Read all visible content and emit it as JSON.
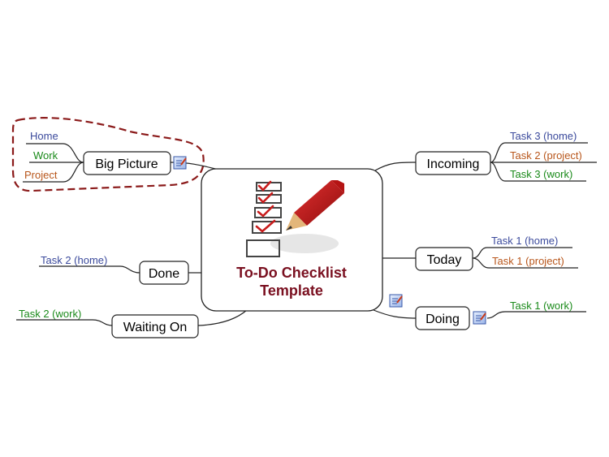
{
  "colors": {
    "home": "#3b4a9c",
    "work": "#1a8a1a",
    "project": "#b8561b",
    "title": "#7a1020",
    "callout": "#8b1a1a",
    "underline": "#999999"
  },
  "central": {
    "title_line1": "To-Do Checklist",
    "title_line2": "Template",
    "image_icon": "checklist-pencil-icon"
  },
  "branches": {
    "big_picture": {
      "label": "Big Picture",
      "note_icon": "note-icon",
      "children": [
        "Home",
        "Work",
        "Project"
      ]
    },
    "done": {
      "label": "Done",
      "children": [
        "Task 2 (home)"
      ]
    },
    "waiting_on": {
      "label": "Waiting On",
      "children": [
        "Task 2 (work)"
      ]
    },
    "incoming": {
      "label": "Incoming",
      "children": [
        "Task 3 (home)",
        "Task 2 (project)",
        "Task 3 (work)"
      ]
    },
    "today": {
      "label": "Today",
      "children": [
        "Task 1 (home)",
        "Task 1 (project)"
      ]
    },
    "doing": {
      "label": "Doing",
      "note_icon": "note-icon",
      "children": [
        "Task 1 (work)"
      ]
    }
  }
}
